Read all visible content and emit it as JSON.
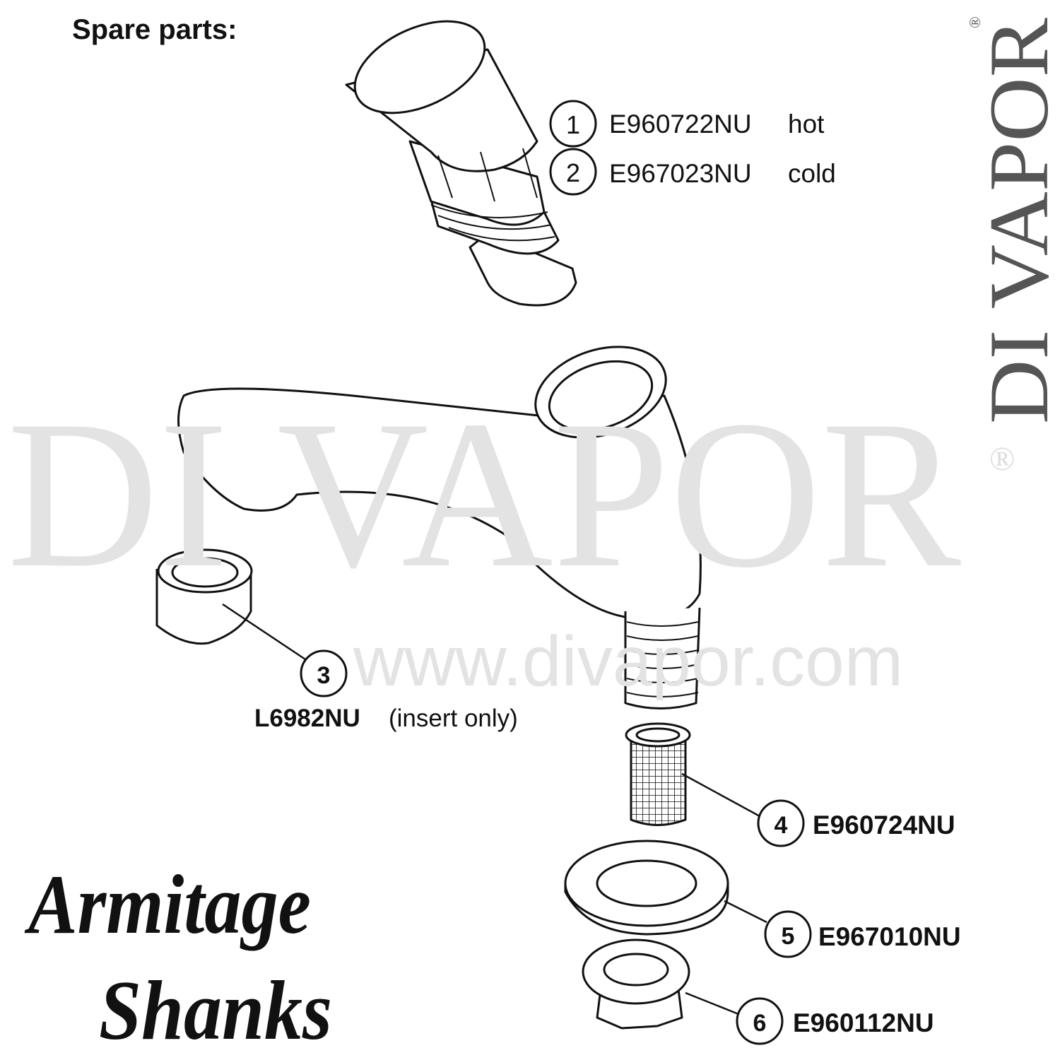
{
  "title": "Spare parts:",
  "watermark": {
    "brand": "DI VAPOR",
    "registered": "®",
    "url": "www.divapor.com"
  },
  "side_logo": {
    "text": "DI VAPOR",
    "registered": "®",
    "color": "#555555"
  },
  "brand_logo": {
    "line1": "Armitage",
    "line2": "Shanks"
  },
  "parts": [
    {
      "number": "1",
      "code": "E960722NU",
      "note": "hot"
    },
    {
      "number": "2",
      "code": "E967023NU",
      "note": "cold"
    },
    {
      "number": "3",
      "code": "L6982NU",
      "note": "(insert only)"
    },
    {
      "number": "4",
      "code": "E960724NU",
      "note": ""
    },
    {
      "number": "5",
      "code": "E967010NU",
      "note": ""
    },
    {
      "number": "6",
      "code": "E960112NU",
      "note": ""
    }
  ]
}
